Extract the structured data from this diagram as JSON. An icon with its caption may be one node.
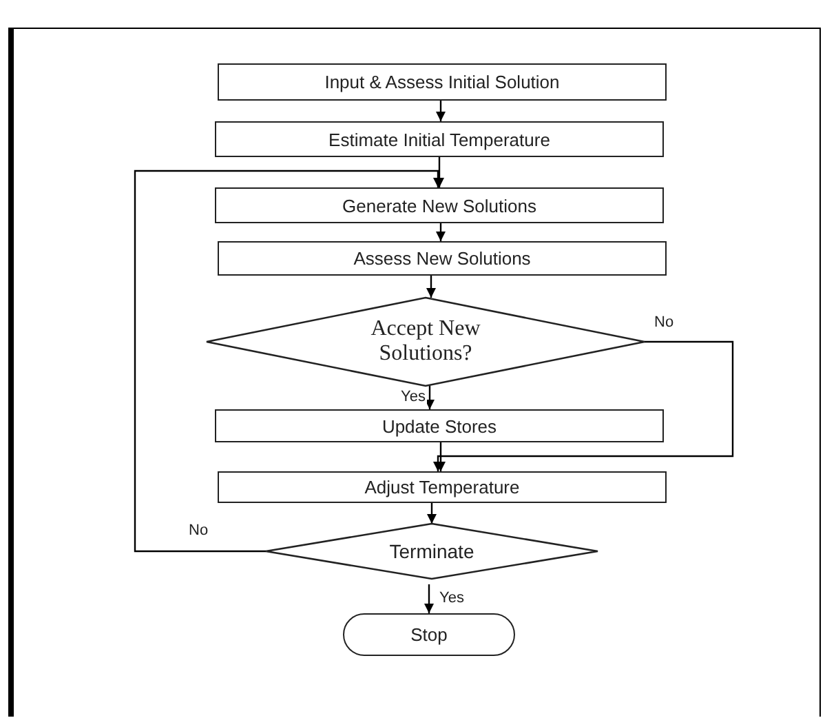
{
  "diagram": {
    "nodes": [
      {
        "text": [
          "Input & Assess Initial Solution"
        ]
      },
      {
        "text": [
          "Estimate Initial Temperature"
        ]
      },
      {
        "text": [
          "Generate New Solutions"
        ]
      },
      {
        "text": [
          "Assess New Solutions"
        ]
      },
      {
        "text": [
          "Accept New Solutions?"
        ]
      },
      {
        "text": [
          "Update Stores"
        ]
      },
      {
        "text": [
          "Adjust Temperature"
        ]
      },
      {
        "text": [
          "Terminate"
        ]
      },
      {
        "text": [
          "Stop"
        ]
      }
    ],
    "edges": [
      {
        "from": 0,
        "to": 1,
        "arrow": "to"
      },
      {
        "from": 1,
        "to": 2,
        "arrow": "to"
      },
      {
        "from": 2,
        "to": 3,
        "arrow": "to"
      },
      {
        "from": 3,
        "to": 4,
        "arrow": "to"
      },
      {
        "from": 4,
        "to": 5,
        "arrow": "to",
        "label": "Yes"
      },
      {
        "from": 4,
        "to": 6,
        "arrow": "to",
        "label": "No"
      },
      {
        "from": 5,
        "to": 6,
        "arrow": "to"
      },
      {
        "from": 6,
        "to": 7,
        "arrow": "to"
      },
      {
        "from": 7,
        "to": 8,
        "arrow": "to",
        "label": "Yes"
      },
      {
        "from": 7,
        "to": 2,
        "arrow": "to",
        "label": "No"
      }
    ]
  }
}
